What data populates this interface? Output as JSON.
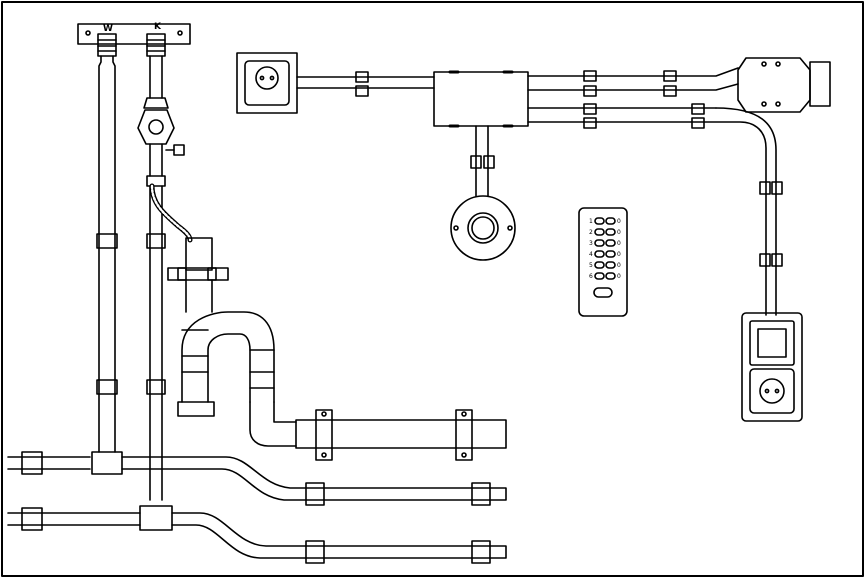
{
  "diagram": {
    "manifold_labels": {
      "warm": "W",
      "cold": "K"
    },
    "remote_keys": [
      {
        "label": "1",
        "off": "0"
      },
      {
        "label": "2",
        "off": "0"
      },
      {
        "label": "3",
        "off": "0"
      },
      {
        "label": "4",
        "off": "0"
      },
      {
        "label": "5",
        "off": "0"
      },
      {
        "label": "6",
        "off": "0"
      }
    ],
    "colors": {
      "line": "#000000",
      "background": "#ffffff"
    }
  }
}
